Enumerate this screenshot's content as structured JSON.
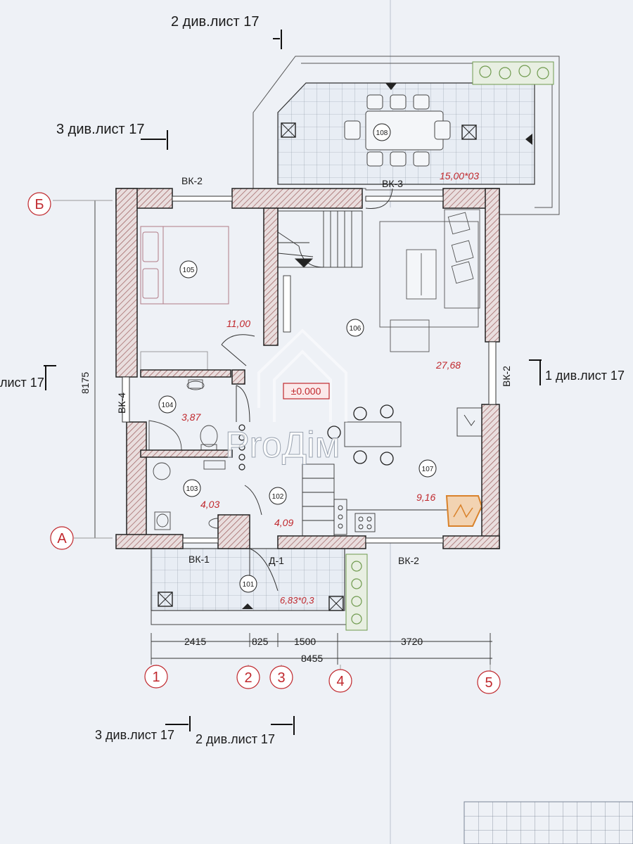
{
  "section_refs": {
    "top_2": "2 див.лист 17",
    "top_3": "3 див.лист 17",
    "right_1": "1 див.лист 17",
    "left_1": "лист 17",
    "bottom_3": "3 див.лист 17",
    "bottom_2": "2 див.лист 17"
  },
  "axes": {
    "rows": [
      "Б",
      "А"
    ],
    "columns": [
      "1",
      "2",
      "3",
      "4",
      "5"
    ]
  },
  "walls": {
    "bk2_top": "ВК-2",
    "bk3_top": "ВК-3",
    "bk2_right": "ВК-2",
    "bk4_left": "ВК-4",
    "bk1_bottom": "ВК-1",
    "d1_bottom": "Д-1",
    "bk2_bottom": "ВК-2"
  },
  "rooms": [
    {
      "number": "108",
      "area": "15,00*03"
    },
    {
      "number": "105",
      "area": "11,00"
    },
    {
      "number": "106",
      "area": "27,68"
    },
    {
      "number": "104",
      "area": "3,87"
    },
    {
      "number": "103",
      "area": "4,03"
    },
    {
      "number": "102",
      "area": "4,09"
    },
    {
      "number": "107",
      "area": "9,16"
    },
    {
      "number": "101",
      "area": "6,83*0,3"
    }
  ],
  "level_mark": "±0.000",
  "dimensions": {
    "horizontal": [
      "2415",
      "825",
      "1500",
      "3720"
    ],
    "horizontal_total": "8455",
    "vertical_total": "8175"
  },
  "watermark": "ProДім",
  "colors": {
    "red": "#c0282d",
    "line": "#2a2a2a",
    "hatch": "#a86a6a",
    "orange": "#d9822b",
    "green": "#6f9a4e"
  }
}
